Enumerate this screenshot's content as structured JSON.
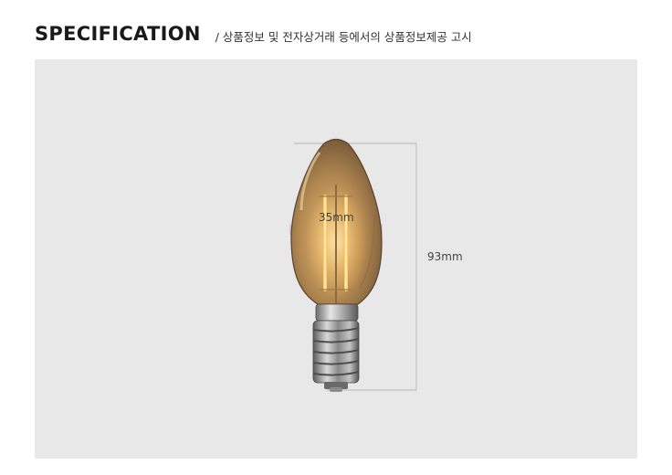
{
  "header": {
    "title": "SPECIFICATION",
    "subtitle": "/ 상품정보 및 전자상거래 등에서의 상품정보제공 고시"
  },
  "product": {
    "image_name": "candle-filament-bulb-image",
    "dimensions": {
      "width_label": "35mm",
      "height_label": "93mm"
    }
  },
  "colors": {
    "panel_background": "#e8e8e8",
    "dimension_line": "#b8b8b8",
    "glass_amber": "#c9a46a",
    "filament_glow": "#ffd27a",
    "base_metal": "#9a9a9a"
  }
}
